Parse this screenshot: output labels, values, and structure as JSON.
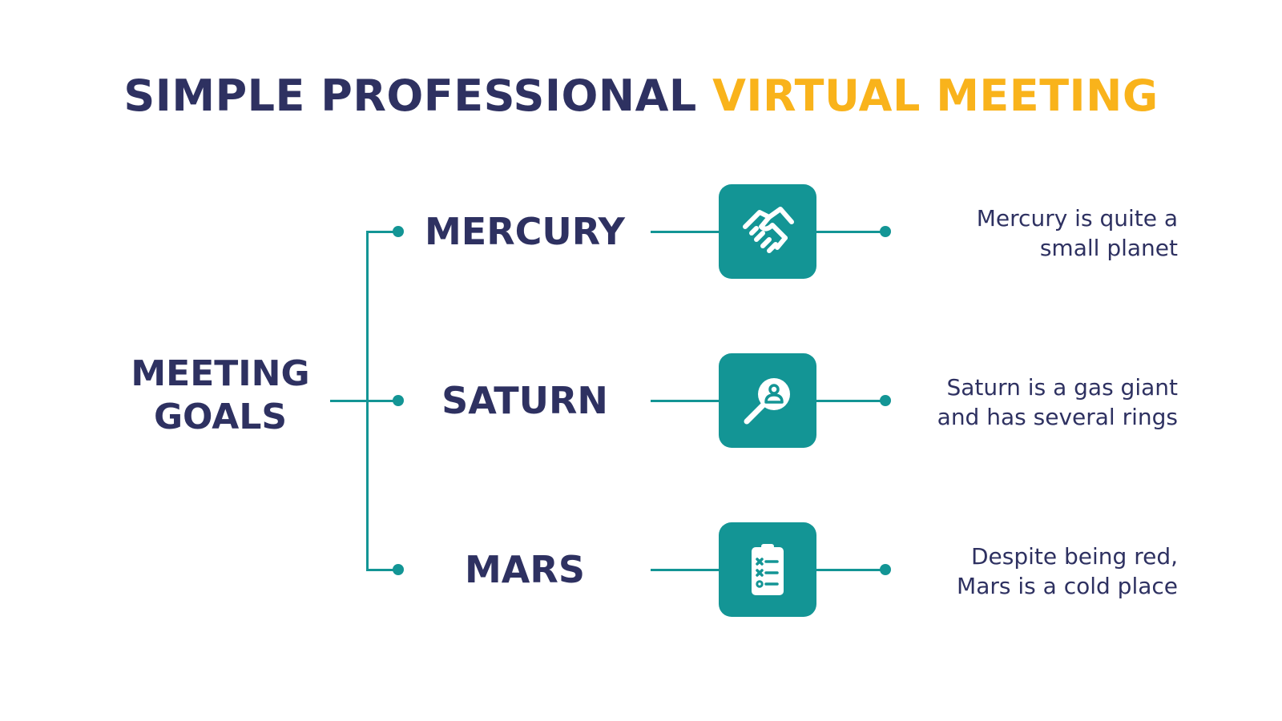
{
  "title": {
    "part1": "SIMPLE PROFESSIONAL ",
    "part2": "VIRTUAL MEETING"
  },
  "root": {
    "line1": "MEETING",
    "line2": "GOALS"
  },
  "branches": [
    {
      "label": "MERCURY",
      "icon": "handshake-icon",
      "desc_line1": "Mercury is quite a",
      "desc_line2": "small planet"
    },
    {
      "label": "SATURN",
      "icon": "search-user-icon",
      "desc_line1": "Saturn is a gas giant",
      "desc_line2": "and has several rings"
    },
    {
      "label": "MARS",
      "icon": "checklist-clipboard-icon",
      "desc_line1": "Despite being red,",
      "desc_line2": "Mars is a cold place"
    }
  ],
  "colors": {
    "navy": "#2e3161",
    "yellow": "#f9b31b",
    "teal": "#139595"
  }
}
